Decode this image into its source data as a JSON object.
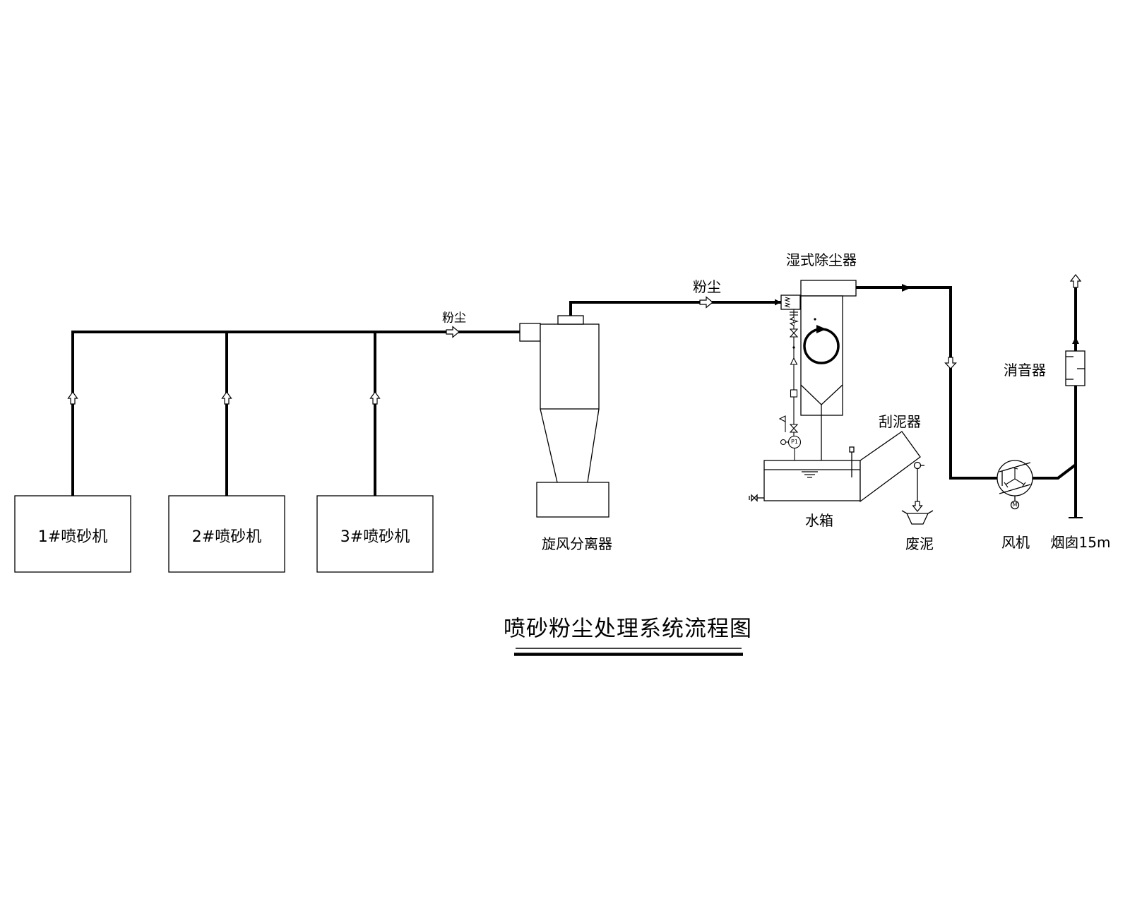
{
  "page": {
    "background": "#ffffff",
    "line_color": "#000000"
  },
  "title": {
    "text": "喷砂粉尘处理系统流程图"
  },
  "labels": {
    "machine1": "1#喷砂机",
    "machine2": "2#喷砂机",
    "machine3": "3#喷砂机",
    "dust_manifold": "粉尘",
    "dust_to_scrubber": "粉尘",
    "cyclone": "旋风分离器",
    "wet_scrubber": "湿式除尘器",
    "sludge_scraper": "刮泥器",
    "water_tank": "水箱",
    "waste_sludge": "废泥",
    "fan": "风机",
    "chimney": "烟囱15m",
    "silencer": "消音器",
    "pump_tag": "P1",
    "motor_tag": "M"
  }
}
